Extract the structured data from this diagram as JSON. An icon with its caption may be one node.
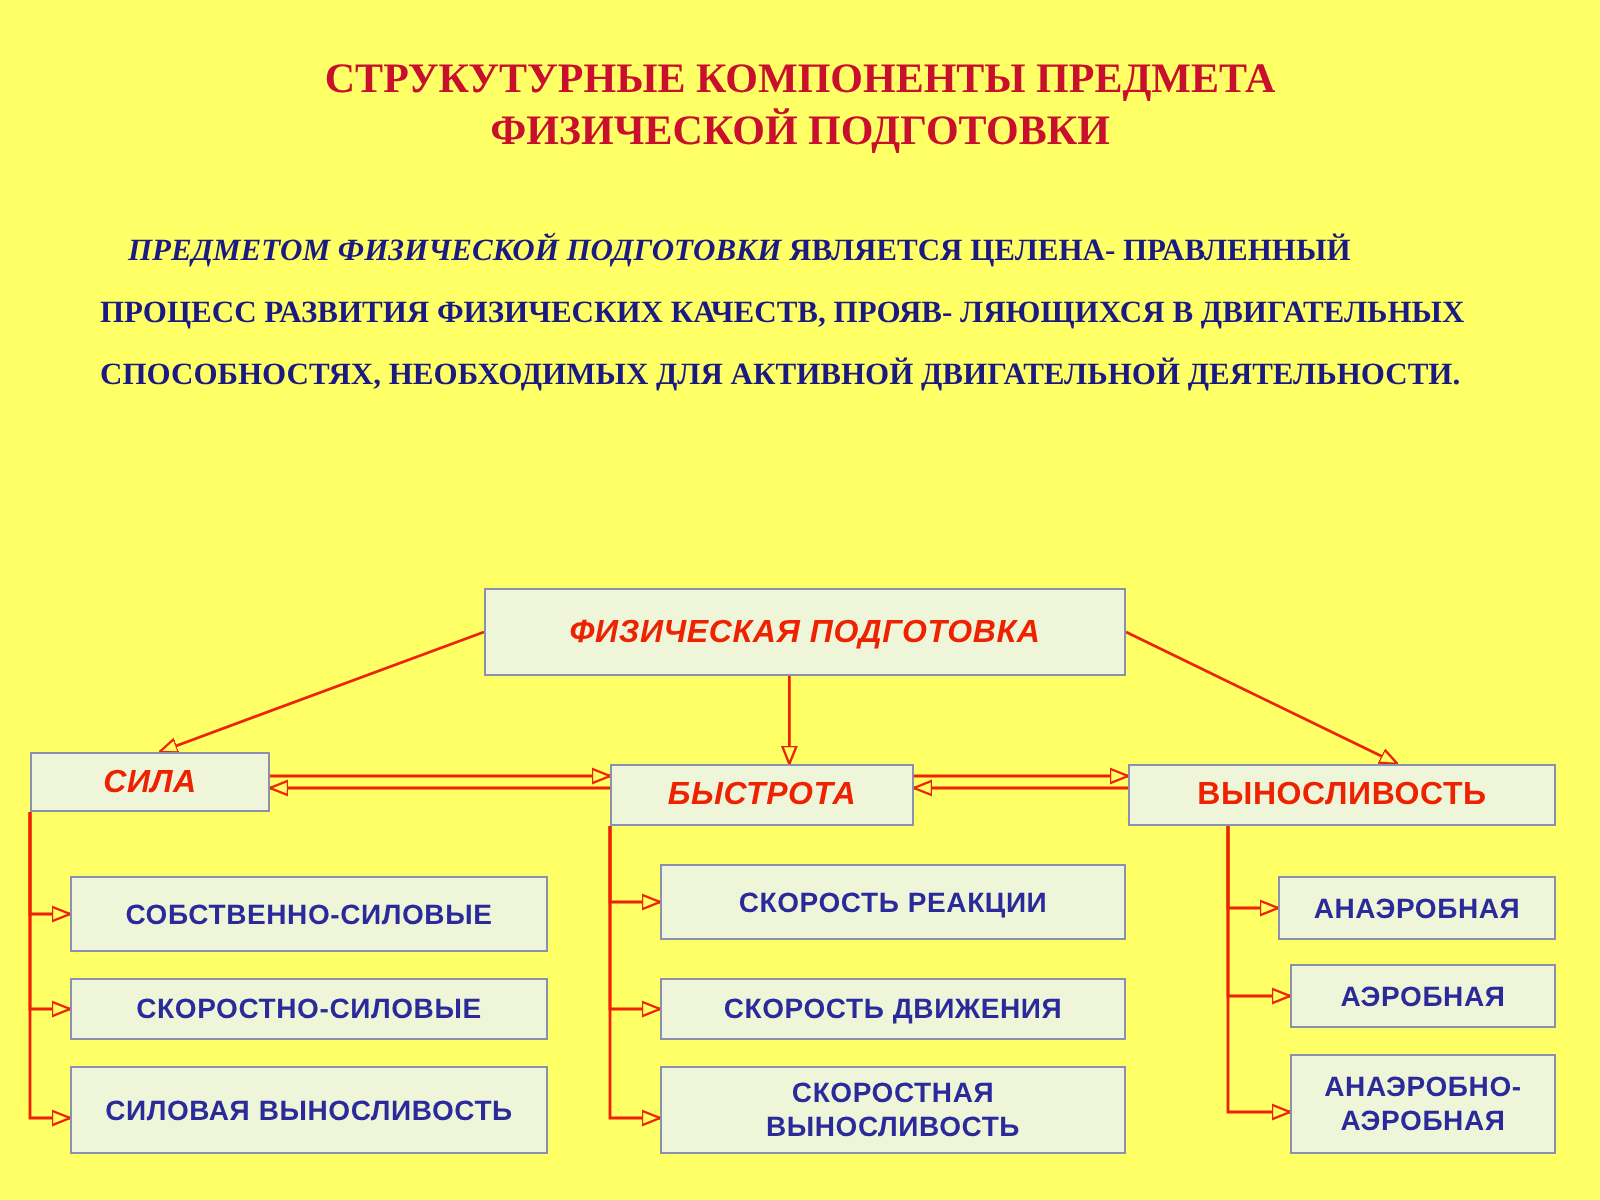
{
  "diagram": {
    "title": "СТРУКУТУРНЫЕ КОМПОНЕНТЫ ПРЕДМЕТА ФИЗИЧЕСКОЙ ПОДГОТОВКИ",
    "nodes": [
      {
        "text": [
          "ФИЗИЧЕСКАЯ ПОДГОТОВКА"
        ]
      },
      {
        "text": [
          "СИЛА"
        ]
      },
      {
        "text": [
          "БЫСТРОТА"
        ]
      },
      {
        "text": [
          "ВЫНОСЛИВОСТЬ"
        ]
      },
      {
        "text": [
          "СОБСТВЕННО-СИЛОВЫЕ"
        ]
      },
      {
        "text": [
          "СКОРОСТНО-СИЛОВЫЕ"
        ]
      },
      {
        "text": [
          "СИЛОВАЯ ВЫНОСЛИВОСТЬ"
        ]
      },
      {
        "text": [
          "СКОРОСТЬ РЕАКЦИИ"
        ]
      },
      {
        "text": [
          "СКОРОСТЬ ДВИЖЕНИЯ"
        ]
      },
      {
        "text": [
          "СКОРОСТНАЯ ВЫНОСЛИВОСТЬ"
        ]
      },
      {
        "text": [
          "АНАЭРОБНАЯ"
        ]
      },
      {
        "text": [
          "АЭРОБНАЯ"
        ]
      },
      {
        "text": [
          "АНАЭРОБНО-АЭРОБНАЯ"
        ]
      }
    ],
    "edges": [
      {
        "from": 0,
        "to": 1,
        "arrow": "to"
      },
      {
        "from": 0,
        "to": 2,
        "arrow": "to"
      },
      {
        "from": 0,
        "to": 3,
        "arrow": "to"
      },
      {
        "from": 1,
        "to": 2,
        "arrow": "to"
      },
      {
        "from": 2,
        "to": 1,
        "arrow": "to"
      },
      {
        "from": 2,
        "to": 3,
        "arrow": "to"
      },
      {
        "from": 3,
        "to": 2,
        "arrow": "to"
      },
      {
        "from": 1,
        "to": 4,
        "arrow": "to"
      },
      {
        "from": 1,
        "to": 5,
        "arrow": "to"
      },
      {
        "from": 1,
        "to": 6,
        "arrow": "to"
      },
      {
        "from": 2,
        "to": 7,
        "arrow": "to"
      },
      {
        "from": 2,
        "to": 8,
        "arrow": "to"
      },
      {
        "from": 2,
        "to": 9,
        "arrow": "to"
      },
      {
        "from": 3,
        "to": 10,
        "arrow": "to"
      },
      {
        "from": 3,
        "to": 11,
        "arrow": "to"
      },
      {
        "from": 3,
        "to": 12,
        "arrow": "to"
      }
    ],
    "labels": [
      "*ПРЕДМЕТОМ ФИЗИЧЕСКОЙ ПОДГОТОВКИ* ЯВЛЯЕТСЯ ЦЕЛЕНА- ПРАВЛЕННЫЙ ПРОЦЕСС РАЗВИТИЯ ФИЗИЧЕСКИХ КАЧЕСТВ, ПРОЯВ- ЛЯЮЩИХСЯ В ДВИГАТЕЛЬНЫХ СПОСОБНОСТЯХ, НЕОБХОДИМЫХ ДЛЯ АКТИВНОЙ ДВИГАТЕЛЬНОЙ ДЕЯТЕЛЬНОСТИ."
    ]
  }
}
